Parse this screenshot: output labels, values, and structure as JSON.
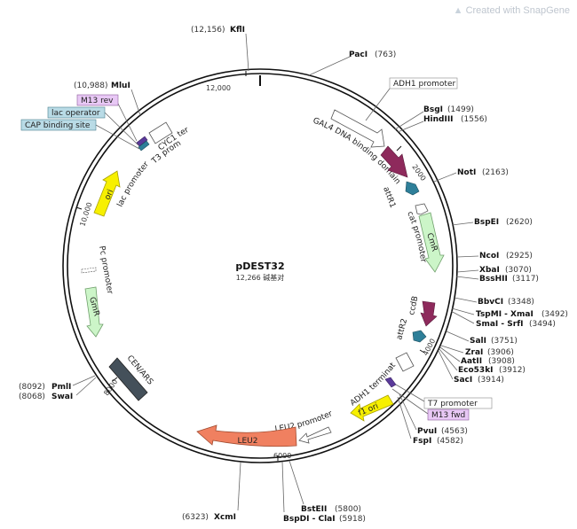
{
  "watermark": "Created with SnapGene",
  "watermark_brand": "SnapGene",
  "plasmid": {
    "name": "pDEST32",
    "length": "12,266 碱基对"
  },
  "ticks": [
    "2000",
    "4000",
    "6000",
    "8000",
    "10,000",
    "12,000"
  ],
  "sites": {
    "kfli": {
      "name": "KflI",
      "pos": "(12,156)"
    },
    "paci": {
      "name": "PacI",
      "pos": "(763)"
    },
    "bsgi": {
      "name": "BsgI",
      "pos": "(1499)"
    },
    "hindiii": {
      "name": "HindIII",
      "pos": "(1556)"
    },
    "noti": {
      "name": "NotI",
      "pos": "(2163)"
    },
    "bspei": {
      "name": "BspEI",
      "pos": "(2620)"
    },
    "ncoi": {
      "name": "NcoI",
      "pos": "(2925)"
    },
    "xbai": {
      "name": "XbaI",
      "pos": "(3070)"
    },
    "bsshii": {
      "name": "BssHII",
      "pos": "(3117)"
    },
    "bbvci": {
      "name": "BbvCI",
      "pos": "(3348)"
    },
    "tspmi": {
      "name": "TspMI - XmaI",
      "pos": "(3492)"
    },
    "smai": {
      "name": "SmaI - SrfI",
      "pos": "(3494)"
    },
    "sali": {
      "name": "SalI",
      "pos": "(3751)"
    },
    "zrai": {
      "name": "ZraI",
      "pos": "(3906)"
    },
    "aatii": {
      "name": "AatII",
      "pos": "(3908)"
    },
    "eco53ki": {
      "name": "Eco53kI",
      "pos": "(3912)"
    },
    "saci": {
      "name": "SacI",
      "pos": "(3914)"
    },
    "pvui": {
      "name": "PvuI",
      "pos": "(4563)"
    },
    "fspi": {
      "name": "FspI",
      "pos": "(4582)"
    },
    "bsteii": {
      "name": "BstEII",
      "pos": "(5800)"
    },
    "bspdi": {
      "name": "BspDI - ClaI",
      "pos": "(5918)"
    },
    "xcmi": {
      "name": "XcmI",
      "pos": "(6323)"
    },
    "pmli": {
      "name": "PmlI",
      "pos": "(8092)"
    },
    "swai": {
      "name": "SwaI",
      "pos": "(8068)"
    },
    "mlui": {
      "name": "MluI",
      "pos": "(10,988)"
    }
  },
  "features": {
    "adh1_promoter": "ADH1 promoter",
    "gal4": "GAL4 DNA binding domain",
    "attr1": "attR1",
    "cat_promoter": "cat promoter",
    "cmr": "CmR",
    "ccdb": "ccdB",
    "attr2": "attR2",
    "adh1_terminator": "ADH1 terminator",
    "t7_promoter": "T7 promoter",
    "m13_fwd": "M13 fwd",
    "f1_ori": "f1 ori",
    "leu2_promoter": "LEU2 promoter",
    "leu2": "LEU2",
    "cen_ars": "CEN/ARS",
    "gmr": "GmR",
    "pc_promoter": "Pc promoter",
    "ori": "ori",
    "lac_promoter": "lac promoter",
    "t3_promoter": "T3 promoter",
    "cyc1_terminator": "CYC1 terminator",
    "m13_rev": "M13 rev",
    "lac_operator": "lac operator",
    "cap_site": "CAP binding site"
  },
  "colors": {
    "magenta": "#8e2a5c",
    "teal": "#2e7f99",
    "yellow": "#f7f000",
    "light_green": "#ccf5c8",
    "orange": "#f08060",
    "dark_slate": "#44505a",
    "purple_label": "#e8c8f5",
    "blue_label": "#b9dbe6"
  }
}
